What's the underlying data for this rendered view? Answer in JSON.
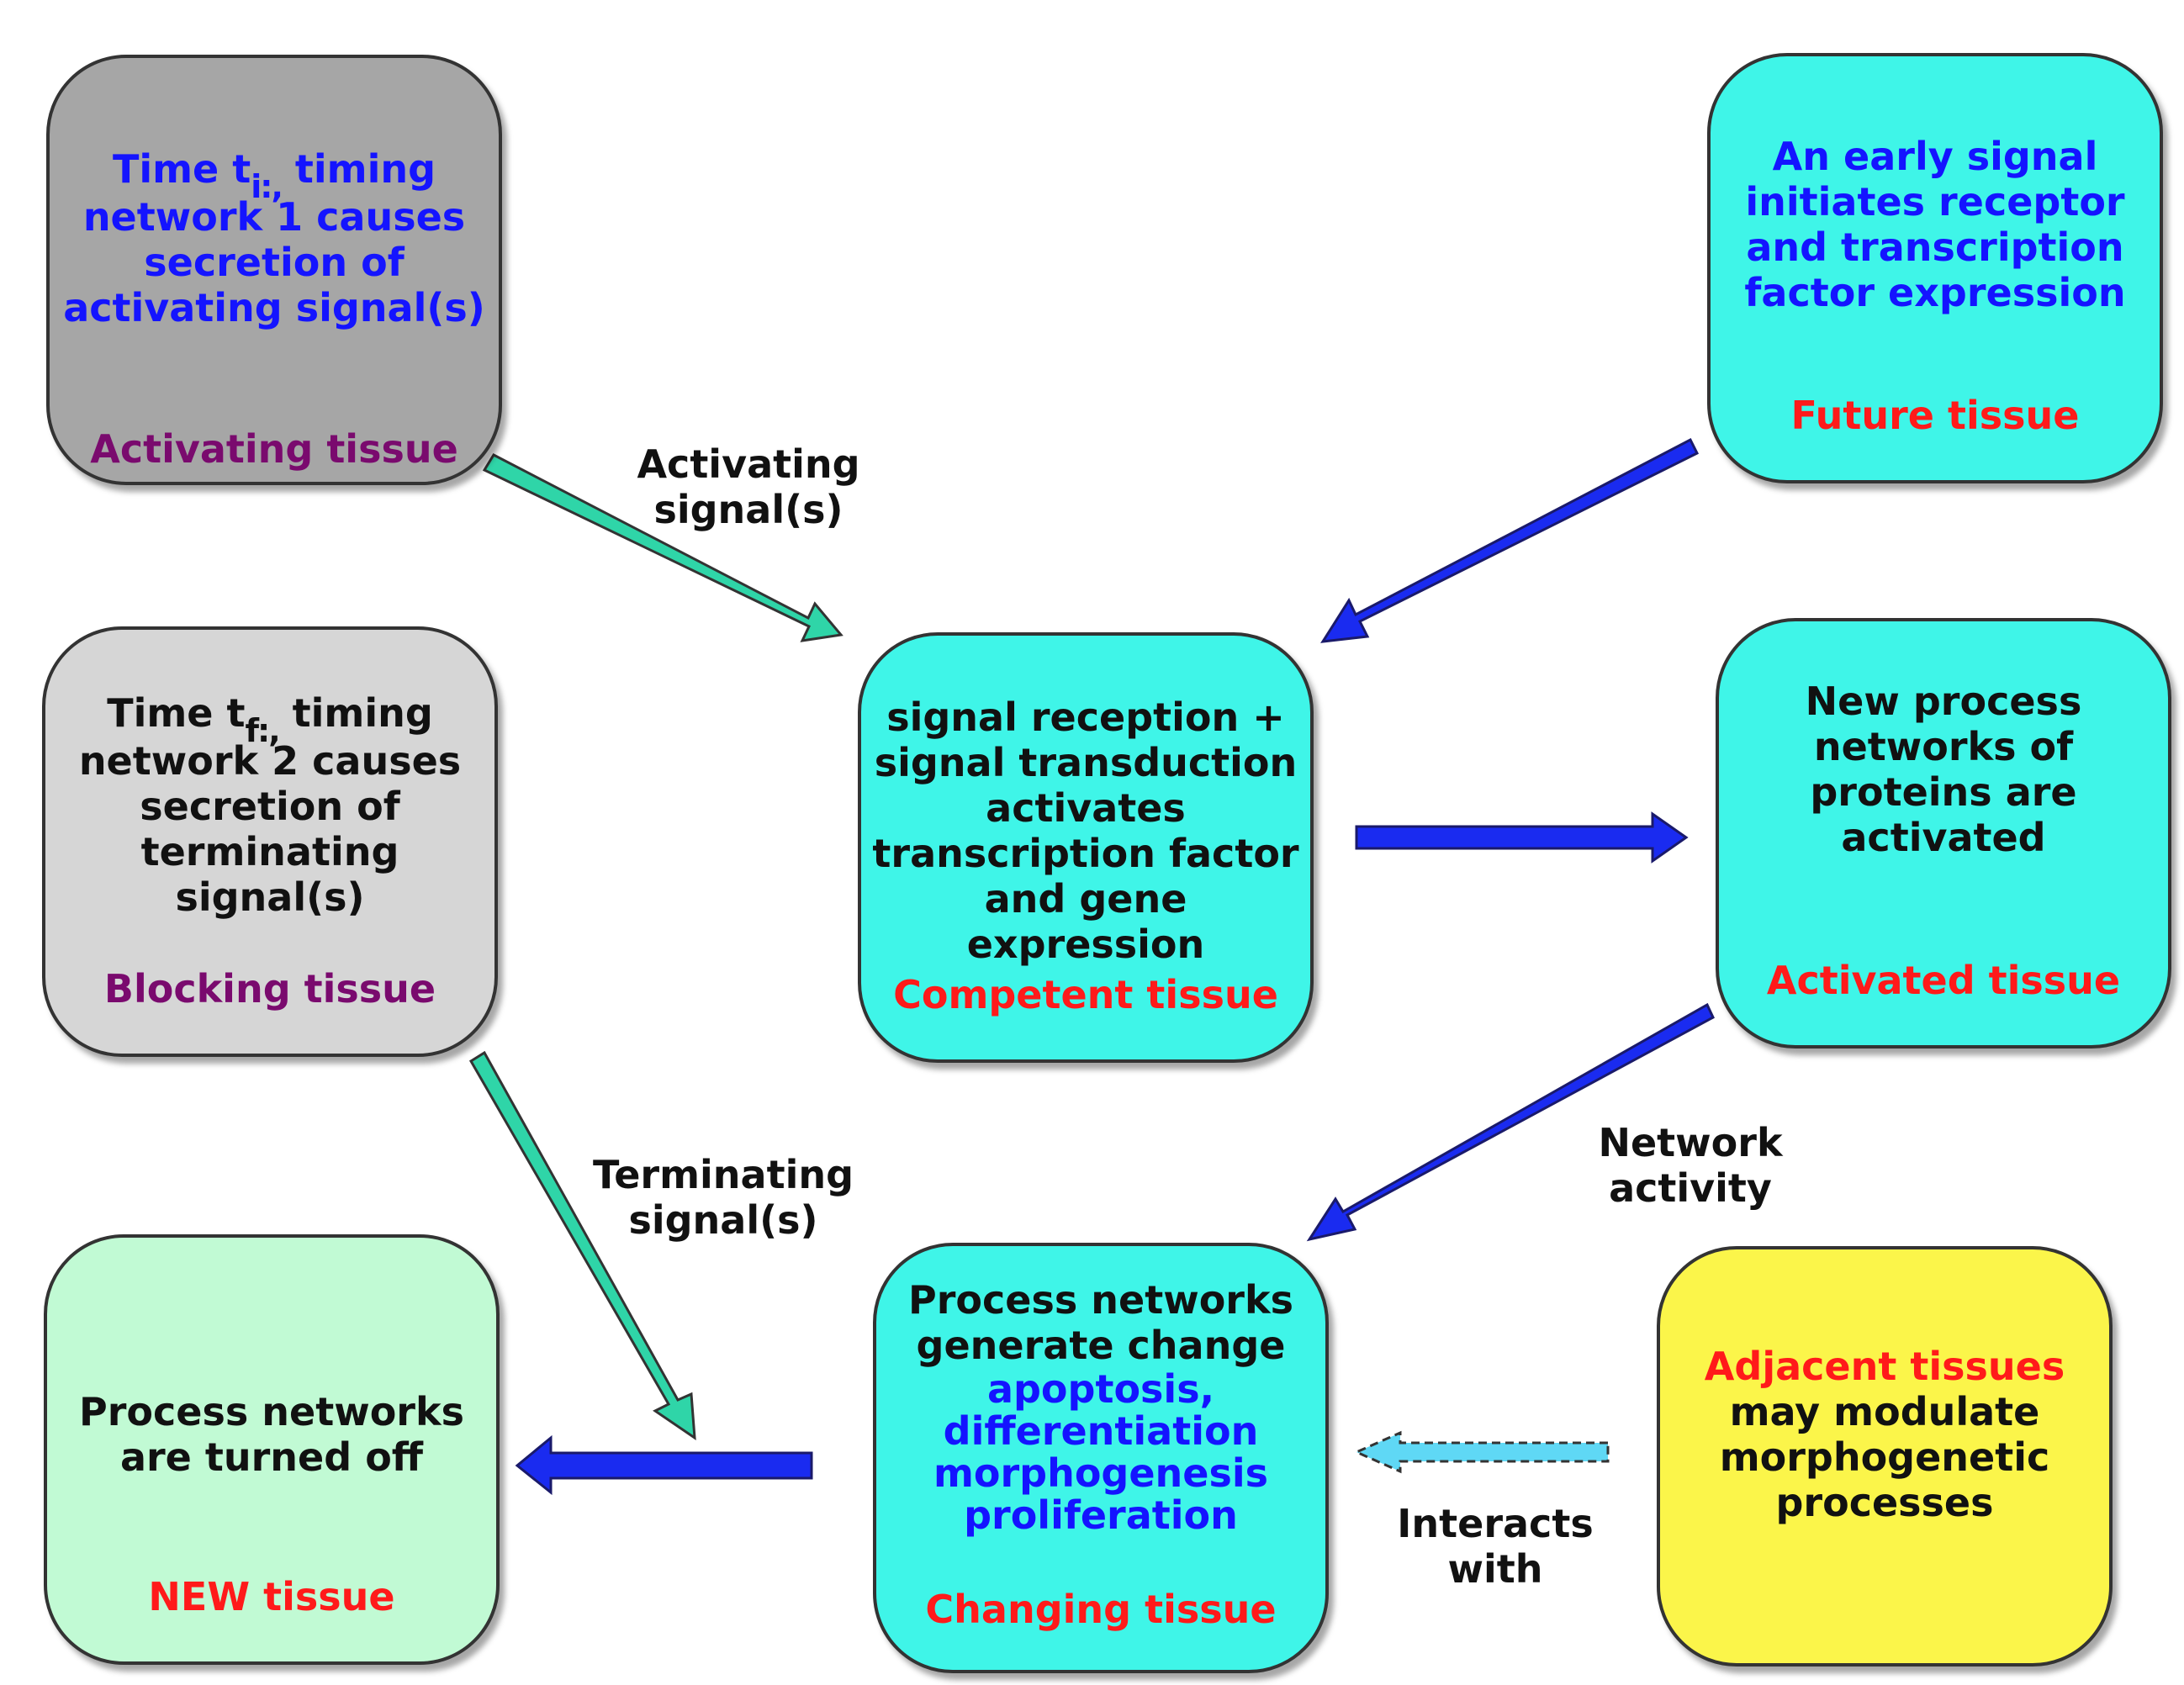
{
  "colors": {
    "cyan_box": "#3ff5e8",
    "gray_dark": "#a6a6a6",
    "gray_light": "#d6d6d6",
    "mint": "#c1fad4",
    "yellow": "#fbf54a",
    "arrow_blue": "#1a2bf0",
    "arrow_teal": "#2fd5a8",
    "arrow_dashed": "#5fd8f5",
    "text_blue": "#1414ff",
    "text_red": "#ff1a1a",
    "text_purple": "#7a0a6e"
  },
  "nodes": {
    "activating": {
      "line1_a": "Time t",
      "line1_sub": "i:,",
      "line1_b": " timing",
      "line2": "network 1 causes",
      "line3": "secretion of",
      "line4": "activating signal(s)",
      "label": "Activating tissue"
    },
    "blocking": {
      "line1_a": "Time t",
      "line1_sub": "f:,",
      "line1_b": " timing",
      "line2": "network 2 causes",
      "line3": "secretion of",
      "line4": "terminating",
      "line5": "signal(s)",
      "label": "Blocking tissue"
    },
    "future": {
      "lines": [
        "An early signal",
        "initiates receptor",
        "and transcription",
        "factor expression"
      ],
      "label": "Future tissue"
    },
    "competent": {
      "lines": [
        "signal reception +",
        "signal transduction",
        "activates",
        "transcription factor",
        "and gene expression"
      ],
      "label": "Competent tissue"
    },
    "activated": {
      "lines": [
        "New process",
        "networks of",
        "proteins are",
        "activated"
      ],
      "label": "Activated tissue"
    },
    "changing": {
      "lines_black": [
        "Process networks",
        "generate change"
      ],
      "lines_blue": [
        "apoptosis,",
        "differentiation",
        "morphogenesis",
        "proliferation"
      ],
      "label": "Changing tissue"
    },
    "new": {
      "lines": [
        "Process networks",
        "are turned off"
      ],
      "label": "NEW tissue"
    },
    "adjacent": {
      "line_red": "Adjacent tissues",
      "lines_black": [
        "may modulate",
        "morphogenetic",
        "processes"
      ]
    }
  },
  "edge_labels": {
    "activating_signals": [
      "Activating",
      "signal(s)"
    ],
    "terminating_signals": [
      "Terminating",
      "signal(s)"
    ],
    "network_activity": [
      "Network",
      "activity"
    ],
    "interacts_with": [
      "Interacts",
      "with"
    ]
  },
  "edges": [
    {
      "from": "activating",
      "to": "competent",
      "style": "teal"
    },
    {
      "from": "future",
      "to": "competent",
      "style": "blue"
    },
    {
      "from": "competent",
      "to": "activated",
      "style": "blue"
    },
    {
      "from": "activated",
      "to": "changing",
      "style": "blue"
    },
    {
      "from": "blocking",
      "to": "new-arrow",
      "style": "teal"
    },
    {
      "from": "changing",
      "to": "new",
      "style": "blue"
    },
    {
      "from": "adjacent",
      "to": "changing",
      "style": "dashed"
    }
  ]
}
